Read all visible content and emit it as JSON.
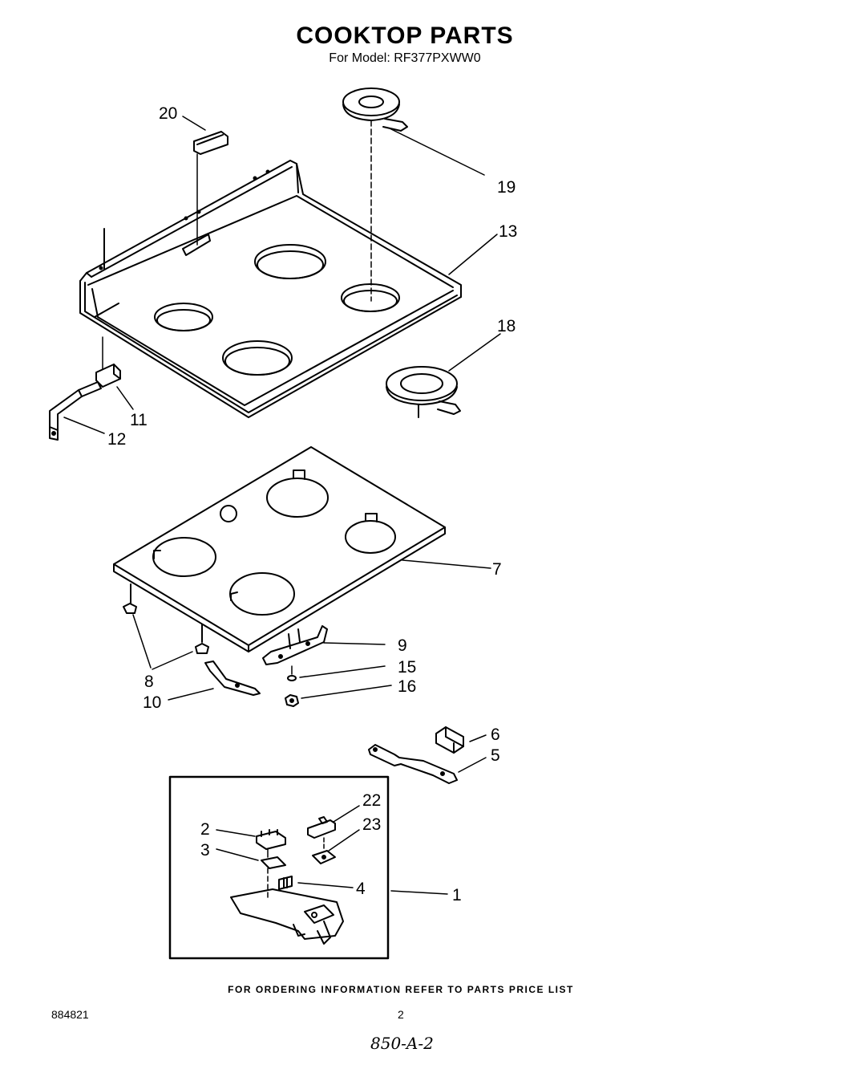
{
  "header": {
    "title": "COOKTOP PARTS",
    "subtitle": "For Model: RF377PXWW0"
  },
  "callouts": [
    "20",
    "19",
    "13",
    "18",
    "11",
    "12",
    "7",
    "9",
    "15",
    "16",
    "8",
    "10",
    "6",
    "5",
    "22",
    "23",
    "2",
    "3",
    "4",
    "1"
  ],
  "footer": {
    "note": "FOR ORDERING INFORMATION REFER TO PARTS PRICE LIST",
    "doc_number": "884821",
    "page_number": "2",
    "handwritten": "850-A-2"
  }
}
